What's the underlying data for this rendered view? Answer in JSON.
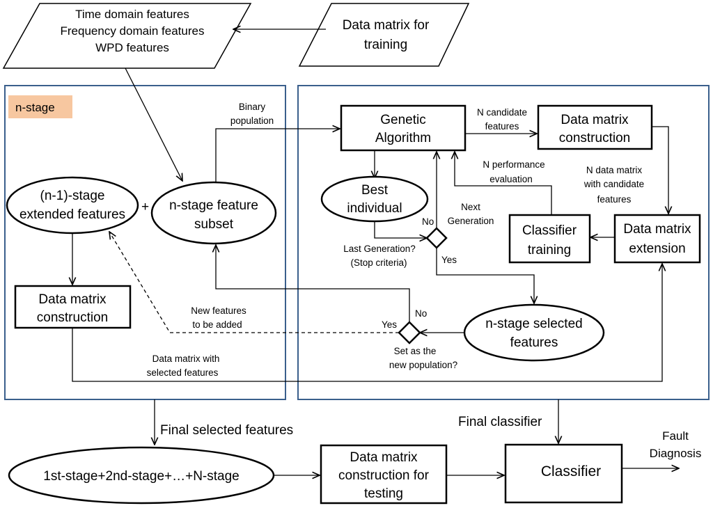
{
  "inputs": {
    "features": [
      "Time domain features",
      "Frequency domain features",
      "WPD features"
    ],
    "training_matrix": [
      "Data matrix for",
      "training"
    ]
  },
  "n_stage_panel": {
    "tag": "n-stage",
    "prev_extended": [
      "(n-1)-stage",
      "extended features"
    ],
    "plus": "+",
    "feature_subset": [
      "n-stage feature",
      "subset"
    ],
    "data_matrix": [
      "Data matrix",
      "construction"
    ],
    "new_features_note": [
      "New features",
      "to be added"
    ],
    "matrix_selected_note": [
      "Data matrix with",
      "selected features"
    ]
  },
  "ga_panel": {
    "binary_population": [
      "Binary",
      "population"
    ],
    "genetic_algorithm": [
      "Genetic",
      "Algorithm"
    ],
    "n_candidate": [
      "N candidate",
      "features"
    ],
    "data_matrix_construction": [
      "Data matrix",
      "construction"
    ],
    "n_performance": [
      "N performance",
      "evaluation"
    ],
    "n_data_matrix": [
      "N data matrix",
      "with candidate",
      "features"
    ],
    "best_individual": [
      "Best",
      "individual"
    ],
    "next_generation": [
      "Next",
      "Generation"
    ],
    "no": "No",
    "yes": "Yes",
    "last_generation": [
      "Last Generation?",
      "(Stop criteria)"
    ],
    "classifier_training": [
      "Classifier",
      "training"
    ],
    "data_matrix_extension": [
      "Data matrix",
      "extension"
    ],
    "selected_features": [
      "n-stage selected",
      "features"
    ],
    "set_population": [
      "Set as the",
      "new population?"
    ],
    "no2": "No",
    "yes2": "Yes"
  },
  "bottom": {
    "final_selected": "Final selected features",
    "stages_sum": "1st-stage+2nd-stage+…+N-stage",
    "testing_matrix": [
      "Data matrix",
      "construction for",
      "testing"
    ],
    "final_classifier": "Final classifier",
    "classifier": "Classifier",
    "fault_diagnosis": [
      "Fault",
      "Diagnosis"
    ]
  },
  "colors": {
    "panel_border": "#3a5f8c",
    "stage_tag_fill": "#f7c7a0"
  }
}
